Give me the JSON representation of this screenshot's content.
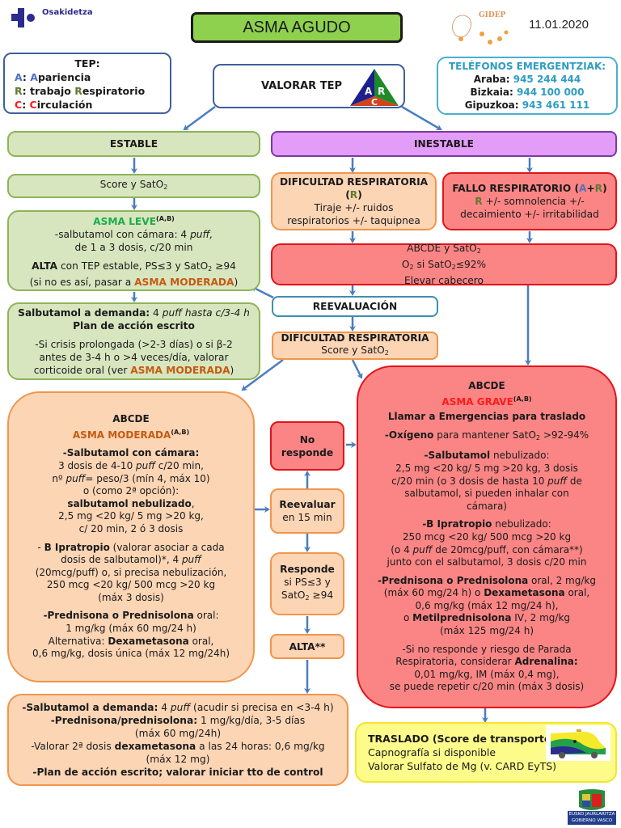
{
  "header": {
    "org_logo_text": "Osakidetza",
    "title": "ASMA AGUDO",
    "gidep_logo_text": "GIDEP",
    "date": "11.01.2020"
  },
  "tep_legend": {
    "title": "TEP:",
    "items": [
      {
        "key": "A",
        "sep": ": ",
        "rest_pre": "",
        "letter": "A",
        "rest": "pariencia",
        "color": "#4f72c0"
      },
      {
        "key": "R",
        "sep": ": ",
        "rest_pre": "trabajo ",
        "letter": "R",
        "rest": "espiratorio",
        "color": "#5e7a2e"
      },
      {
        "key": "C",
        "sep": ": ",
        "rest_pre": "",
        "letter": "C",
        "rest": "irculación",
        "color": "#ff1a1a"
      }
    ]
  },
  "valorar_tep": {
    "label": "VALORAR TEP",
    "triangle": {
      "a": "A",
      "r": "R",
      "c": "C",
      "colors": {
        "a": "#1c1f8c",
        "r": "#1e8a2a",
        "c": "#d2431a"
      }
    }
  },
  "phones": {
    "title": "TELÉFONOS EMERGENTZIAK:",
    "entries": [
      {
        "region": "Araba:",
        "number": "945 244 444"
      },
      {
        "region": "Bizkaia:",
        "number": "944 100 000"
      },
      {
        "region": "Gipuzkoa:",
        "number": "943 461 111"
      }
    ]
  },
  "estable": {
    "label": "ESTABLE",
    "score": "Score y SatO",
    "score_sub": "2",
    "leve": {
      "title": "ASMA LEVE",
      "title_sup": "(A,B)",
      "line1_pre": "-salbutamol con cámara: 4 ",
      "line1_it": "puff,",
      "line2": "de 1 a 3 dosis, c/20 min",
      "alta_bold": "ALTA",
      "alta_rest": " con TEP estable, PS≤3 y SatO",
      "alta_sub": "2",
      "alta_end": " ≥94",
      "note_pre": "(si no es así, pasar a ",
      "note_link": "ASMA MODERADA",
      "note_end": ")"
    },
    "demanda": {
      "line1_bold": "Salbutamol a demanda:",
      "line1_rest": " 4 ",
      "line1_it": "puff hasta c/3-4 h",
      "line2": "Plan de acción escrito",
      "line3": "-Si  crisis prolongada  (>2-3 días) o si β-2",
      "line4": "antes de 3-4 h o >4 veces/día, valorar",
      "line5_pre": "corticoide oral (ver ",
      "line5_link": "ASMA MODERADA",
      "line5_end": ")"
    }
  },
  "inestable": {
    "label": "INESTABLE",
    "dificultad": {
      "title": "DIFICULTAD RESPIRATORIA",
      "r_open": "(",
      "r": "R",
      "r_close": ")",
      "line1": "Tiraje +/- ruidos",
      "line2": "respiratorios  +/- taquipnea"
    },
    "fallo": {
      "title_pre": "FALLO RESPIRATORIO (",
      "a": "A",
      "plus": "+",
      "r": "R",
      "title_end": ")",
      "line1_r": "R",
      "line1_rest": "  +/- somnolencia  +/-",
      "line2": "decaimiento +/- irritabilidad"
    },
    "abcde": {
      "line1": "ABCDE y SatO",
      "line1_sub": "2",
      "line2_pre": "O",
      "line2_sub1": "2",
      "line2_mid": " si SatO",
      "line2_sub2": "2",
      "line2_end": "≤92%",
      "line3": "Elevar cabecero"
    }
  },
  "reevaluacion": {
    "label": "REEVALUACIÓN",
    "dificultad_title": "DIFICULTAD RESPIRATORIA",
    "dificultad_score": "Score y SatO",
    "dificultad_sub": "2"
  },
  "moderada": {
    "header": "ABCDE",
    "title": "ASMA MODERADA",
    "title_sup": "(A,B)",
    "s1_bold": "-Salbutamol con cámara:",
    "s1_l1_pre": "3 dosis de 4-10 ",
    "s1_l1_it": "puff",
    "s1_l1_end": "  c/20 min,",
    "s1_l2_pre": "nº ",
    "s1_l2_it": "puff",
    "s1_l2_end": "= peso/3 (mín 4, máx 10)",
    "s1_l3": "o (como 2ª opción):",
    "s1_l4": "salbutamol nebulizado",
    "s1_l4_end": ",",
    "s1_l5": "2,5 mg <20 kg/ 5 mg >20 kg,",
    "s1_l6": "c/ 20 min, 2 ó 3 dosis",
    "s2_pre": "- ",
    "s2_bold": "B Ipratropio",
    "s2_l1_end": " (valorar asociar a cada",
    "s2_l2_pre": "dosis de salbutamol)*, 4 ",
    "s2_l2_it": "puff",
    "s2_l3": "(20mcg/puff) o, si precisa nebulización,",
    "s2_l4": "250 mcg <20 kg/ 500 mcg >20 kg",
    "s2_l5": "(máx 3 dosis)",
    "s3_bold": "-Prednisona o Prednisolona",
    "s3_l1_end": " oral:",
    "s3_l2": "1 mg/kg (máx 60 mg/24 h)",
    "s3_l3_pre": "Alternativa: ",
    "s3_l3_bold": "Dexametasona",
    "s3_l3_end": " oral,",
    "s3_l4": "0,6 mg/kg, dosis única (máx 12 mg/24h)"
  },
  "response_column": {
    "no_responde": "No responde",
    "reevaluar_bold": "Reevaluar",
    "reevaluar_rest": "en 15 min",
    "responde_bold": "Responde",
    "responde_l2": "si PS≤3 y",
    "responde_l3": "SatO",
    "responde_sub": "2",
    "responde_end": " ≥94",
    "alta": "ALTA**"
  },
  "grave": {
    "header": "ABCDE",
    "title": "ASMA GRAVE",
    "title_sup": "(A,B)",
    "call": "Llamar a Emergencias para traslado",
    "ox_bold": "-Oxígeno",
    "ox_rest": " para mantener SatO",
    "ox_sub": "2",
    "ox_end": " >92-94%",
    "s_bold": "-Salbutamol",
    "s_l1_end": " nebulizado:",
    "s_l2": "2,5 mg <20 kg/ 5 mg >20 kg, 3 dosis",
    "s_l3_pre": "c/20 min (o 3 dosis de hasta 10 ",
    "s_l3_it": "puff",
    "s_l3_end": "  de",
    "s_l4": "salbutamol, si pueden inhalar con",
    "s_l5": "cámara)",
    "b_bold": "-B Ipratropio",
    "b_l1_end": " nebulizado:",
    "b_l2": "250 mcg <20 kg/ 500 mcg >20 kg",
    "b_l3_pre": "(o 4 ",
    "b_l3_it": "puff",
    "b_l3_end": "  de 20mcg/puff, con cámara**)",
    "b_l4": "junto con el salbutamol, 3 dosis  c/20 min",
    "p_bold": "-Prednisona o Prednisolona",
    "p_l1_end": " oral, 2 mg/kg",
    "p_l2_pre": "(máx 60 mg/24 h) o ",
    "p_l2_bold": "Dexametasona",
    "p_l2_end": " oral,",
    "p_l3": "0,6 mg/kg (máx 12 mg/24 h),",
    "p_l4_pre": "o ",
    "p_l4_bold": "Metilprednisolona",
    "p_l4_end": " IV, 2 mg/kg",
    "p_l5": "(máx 125 mg/24 h)",
    "a_l1": "-Si no responde y riesgo de Parada",
    "a_l2_pre": "Respiratoria, considerar ",
    "a_l2_bold": "Adrenalina:",
    "a_l3": "0,01 mg/kg, IM (máx 0,4 mg),",
    "a_l4": "se puede repetir c/20 min (máx 3 dosis)"
  },
  "alta_instructions": {
    "l1_bold": "-Salbutamol a demanda:",
    "l1_rest": " 4 ",
    "l1_it": "puff",
    "l1_end": " (acudir si precisa en <3-4 h)",
    "l2_bold": "-Prednisona/prednisolona:",
    "l2_end": " 1 mg/kg/día, 3-5 días",
    "l3": "(máx 60 mg/24h)",
    "l4_pre": "-Valorar 2ª dosis ",
    "l4_bold": "dexametasona",
    "l4_end": " a las 24 horas: 0,6 mg/kg",
    "l5": "(máx 12 mg)",
    "l6": "-Plan de acción escrito; valorar iniciar tto de control"
  },
  "traslado": {
    "title": "TRASLADO (Score de transporte)",
    "l1": "Capnografía si disponible",
    "l2": "Valorar Sulfato de Mg (v. CARD EyTS)"
  },
  "footer_logo": {
    "line1": "EUSKO JAURLARITZA",
    "line2": "GOBIERNO VASCO"
  }
}
